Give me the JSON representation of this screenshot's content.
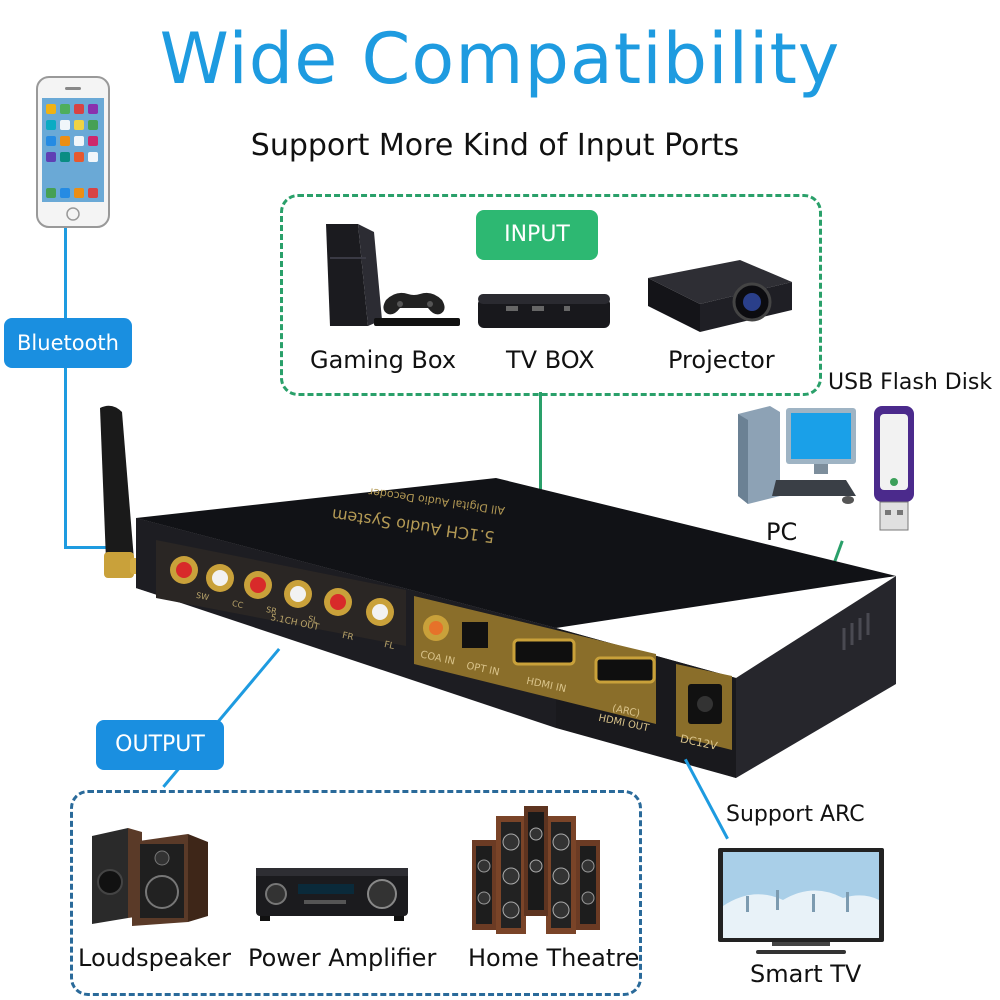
{
  "title": "Wide Compatibility",
  "subtitle": "Support More Kind of Input Ports",
  "bluetooth": {
    "label": "Bluetooth"
  },
  "input": {
    "badge": "INPUT",
    "devices": [
      {
        "label": "Gaming Box",
        "icon": "game-console-icon"
      },
      {
        "label": "TV BOX",
        "icon": "tv-box-icon"
      },
      {
        "label": "Projector",
        "icon": "projector-icon"
      }
    ]
  },
  "usb": {
    "label": "USB Flash Disk",
    "icon": "usb-flash-disk-icon"
  },
  "pc": {
    "label": "PC",
    "icon": "desktop-pc-icon"
  },
  "decoder": {
    "top_text_1": "5.1CH Audio System",
    "top_text_2": "All Digital Audio Decoder",
    "ports": {
      "coa_in": "COA IN",
      "opt_in": "OPT IN",
      "hdmi_in": "HDMI IN",
      "arc": "(ARC)",
      "hdmi_out": "HDMI OUT",
      "dc": "DC12V",
      "out_51": "5.1CH OUT",
      "fr": "FR",
      "fl": "FL",
      "sw": "SW",
      "cc": "CC",
      "sr": "SR",
      "sl": "SL"
    }
  },
  "output": {
    "badge": "OUTPUT",
    "devices": [
      {
        "label": "Loudspeaker",
        "icon": "loudspeaker-icon"
      },
      {
        "label": "Power Amplifier",
        "icon": "power-amplifier-icon"
      },
      {
        "label": "Home Theatre",
        "icon": "home-theatre-icon"
      }
    ]
  },
  "arc": {
    "label": "Support ARC"
  },
  "tv": {
    "label": "Smart TV",
    "icon": "smart-tv-icon"
  },
  "colors": {
    "accent": "#1e9be0",
    "input_badge": "#2db872",
    "output_badge": "#1a8fe0"
  }
}
